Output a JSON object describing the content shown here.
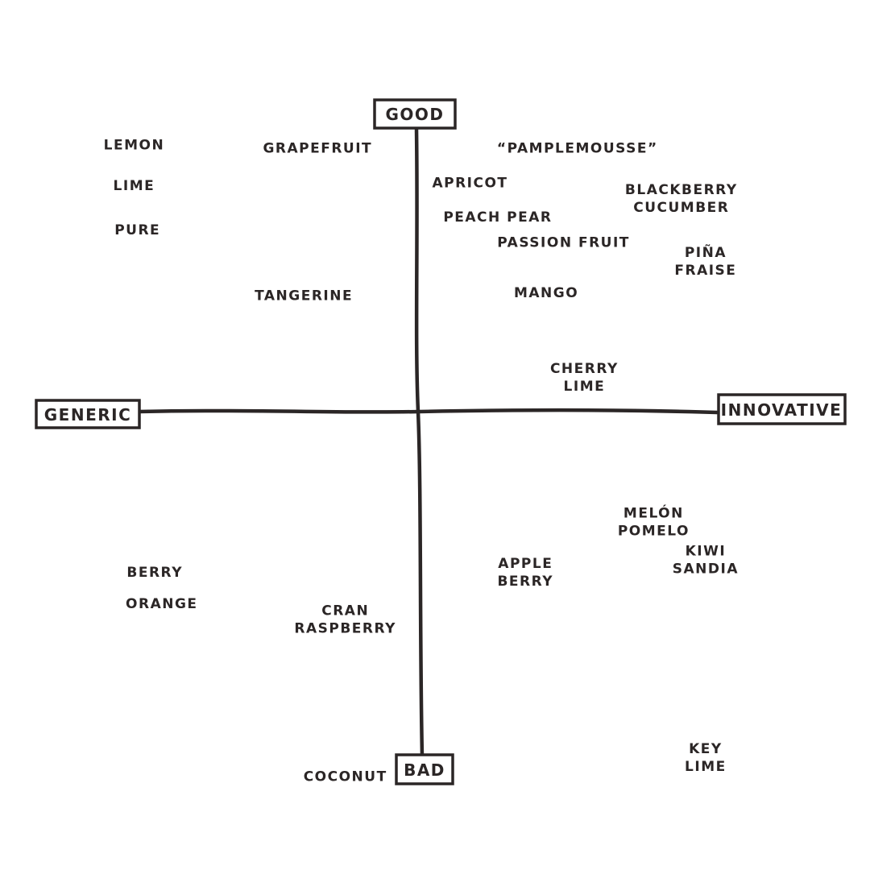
{
  "chart_data": {
    "type": "scatter",
    "axes": {
      "top": "GOOD",
      "bottom": "BAD",
      "left": "GENERIC",
      "right": "INNOVATIVE"
    },
    "xlim": [
      -1,
      1
    ],
    "ylim": [
      -1,
      1
    ],
    "grid": false,
    "ink_color": "#2b2626",
    "points": [
      {
        "lines": [
          "LEMON"
        ],
        "x": -0.82,
        "y": 0.85
      },
      {
        "lines": [
          "LIME"
        ],
        "x": -0.82,
        "y": 0.72
      },
      {
        "lines": [
          "PURE"
        ],
        "x": -0.81,
        "y": 0.58
      },
      {
        "lines": [
          "GRAPEFRUIT"
        ],
        "x": -0.29,
        "y": 0.84
      },
      {
        "lines": [
          "TANGERINE"
        ],
        "x": -0.33,
        "y": 0.37
      },
      {
        "lines": [
          "“PAMPLEMOUSSE”"
        ],
        "x": 0.46,
        "y": 0.84
      },
      {
        "lines": [
          "APRICOT"
        ],
        "x": 0.15,
        "y": 0.73
      },
      {
        "lines": [
          "BLACKBERRY",
          "CUCUMBER"
        ],
        "x": 0.76,
        "y": 0.68
      },
      {
        "lines": [
          "PEACH PEAR"
        ],
        "x": 0.23,
        "y": 0.62
      },
      {
        "lines": [
          "PASSION FRUIT"
        ],
        "x": 0.42,
        "y": 0.54
      },
      {
        "lines": [
          "MANGO"
        ],
        "x": 0.37,
        "y": 0.38
      },
      {
        "lines": [
          "PIÑA",
          "FRAISE"
        ],
        "x": 0.83,
        "y": 0.48
      },
      {
        "lines": [
          "CHERRY",
          "LIME"
        ],
        "x": 0.48,
        "y": 0.11
      },
      {
        "lines": [
          "MELÓN",
          "POMELO"
        ],
        "x": 0.68,
        "y": -0.35
      },
      {
        "lines": [
          "KIWI",
          "SANDIA"
        ],
        "x": 0.83,
        "y": -0.47
      },
      {
        "lines": [
          "APPLE",
          "BERRY"
        ],
        "x": 0.31,
        "y": -0.51
      },
      {
        "lines": [
          "BERRY"
        ],
        "x": -0.76,
        "y": -0.51
      },
      {
        "lines": [
          "ORANGE"
        ],
        "x": -0.74,
        "y": -0.61
      },
      {
        "lines": [
          "CRAN",
          "RASPBERRY"
        ],
        "x": -0.21,
        "y": -0.66
      },
      {
        "lines": [
          "COCONUT"
        ],
        "x": -0.21,
        "y": -1.16
      },
      {
        "lines": [
          "KEY",
          "LIME"
        ],
        "x": 0.83,
        "y": -1.1
      }
    ]
  }
}
